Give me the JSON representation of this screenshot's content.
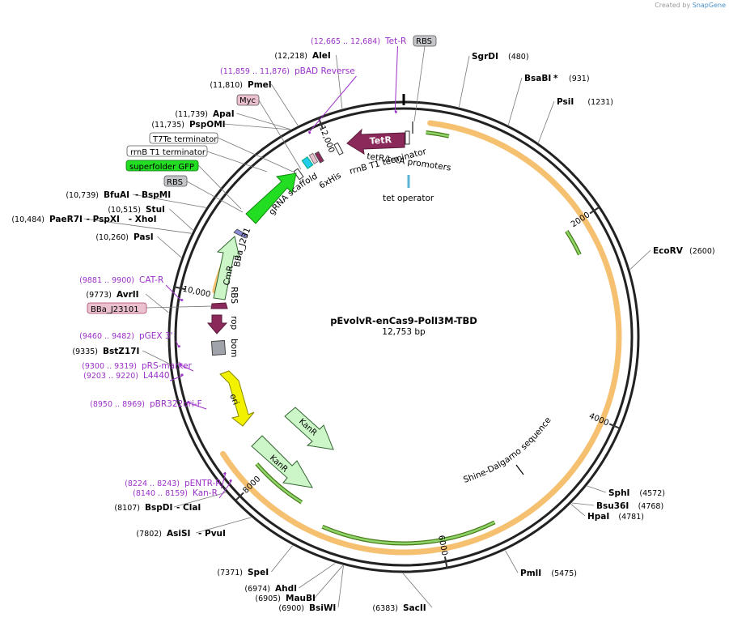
{
  "credit": {
    "prefix": "Created by",
    "brand": "SnapGene"
  },
  "plasmid": {
    "name": "pEvolvR-enCas9-PolI3M-TBD",
    "size": "12,753 bp",
    "length": 12753
  },
  "colors": {
    "backbone": "#222222",
    "site_label": "#000000",
    "primer_label": "#9b30c8",
    "tick": "#333333",
    "orange_band": "#f5c070",
    "dark_arrow": "#4a7a1a",
    "light_arrow": "#8fd66a",
    "tetR": "#8b2a5a",
    "kanR": "#ccf5c8",
    "cmR": "#ccf5c8",
    "gfp": "#22dd22",
    "ori": "#f2f200",
    "rop": "#8b2a5a",
    "bom": "#a0a4aa"
  },
  "ruler": {
    "ticks": [
      {
        "bp": 2000,
        "text": "2000"
      },
      {
        "bp": 4000,
        "text": "4000"
      },
      {
        "bp": 6000,
        "text": "6000"
      },
      {
        "bp": 8000,
        "text": "8000"
      },
      {
        "bp": 10000,
        "text": "10,000"
      },
      {
        "bp": 12000,
        "text": "12,000"
      }
    ]
  },
  "sites": [
    {
      "name": "SgrDI",
      "pos": "(480)",
      "bp": 480
    },
    {
      "name": "BsaBI",
      "mark": "*",
      "pos": "(931)",
      "bp": 931
    },
    {
      "name": "PsiI",
      "pos": "(1231)",
      "bp": 1231
    },
    {
      "name": "EcoRV",
      "pos": "(2600)",
      "bp": 2600
    },
    {
      "name": "SphI",
      "pos": "(4572)",
      "bp": 4572
    },
    {
      "name": "Bsu36I",
      "pos": "(4768)",
      "bp": 4768
    },
    {
      "name": "HpaI",
      "pos": "(4781)",
      "bp": 4781
    },
    {
      "name": "PmlI",
      "pos": "(5475)",
      "bp": 5475
    },
    {
      "name": "SacII",
      "pos": "(6383)",
      "bp": 6383
    },
    {
      "name": "BsiWI",
      "pos": "(6900)",
      "bp": 6900
    },
    {
      "name": "MauBI",
      "pos": "(6905)",
      "bp": 6905
    },
    {
      "name": "AhdI",
      "pos": "(6974)",
      "bp": 6974
    },
    {
      "name": "SpeI",
      "pos": "(7371)",
      "bp": 7371
    },
    {
      "name": "AsiSI",
      "extra": "PvuI",
      "pos": "(7802)",
      "bp": 7802
    },
    {
      "name": "BspDI",
      "extra": "ClaI",
      "pos": "(8107)",
      "bp": 8107
    },
    {
      "name": "BstZ17I",
      "pos": "(9335)",
      "bp": 9335
    },
    {
      "name": "AvrII",
      "pos": "(9773)",
      "bp": 9773
    },
    {
      "name": "PasI",
      "pos": "(10,260)",
      "bp": 10260
    },
    {
      "name": "PaeR7I",
      "extra": "PspXI",
      "extra2": "XhoI",
      "pos": "(10,484)",
      "bp": 10484
    },
    {
      "name": "StuI",
      "pos": "(10,515)",
      "bp": 10515
    },
    {
      "name": "BfuAI",
      "extra": "BspMI",
      "pos": "(10,739)",
      "bp": 10739
    },
    {
      "name": "PspOMI",
      "pos": "(11,735)",
      "bp": 11735
    },
    {
      "name": "ApaI",
      "pos": "(11,739)",
      "bp": 11739
    },
    {
      "name": "PmeI",
      "pos": "(11,810)",
      "bp": 11810
    },
    {
      "name": "AleI",
      "pos": "(12,218)",
      "bp": 12218
    }
  ],
  "primers": [
    {
      "name": "Tet-R",
      "range": "(12,665 .. 12,684)",
      "bp": 12674
    },
    {
      "name": "pBAD Reverse",
      "range": "(11,859 .. 11,876)",
      "bp": 11867
    },
    {
      "name": "CAT-R",
      "range": "(9881 .. 9900)",
      "bp": 9890
    },
    {
      "name": "pGEX 3'",
      "range": "(9460 .. 9482)",
      "bp": 9471
    },
    {
      "name": "pRS-marker",
      "range": "(9300 .. 9319)",
      "bp": 9310
    },
    {
      "name": "L4440",
      "range": "(9203 .. 9220)",
      "bp": 9212
    },
    {
      "name": "pBR322ori-F",
      "range": "(8950 .. 8969)",
      "bp": 8960
    },
    {
      "name": "pENTR-R",
      "range": "(8224 .. 8243)",
      "bp": 8234
    },
    {
      "name": "Kan-R",
      "range": "(8140 .. 8159)",
      "bp": 8150
    }
  ],
  "feature_boxes": [
    {
      "text": "RBS",
      "fill": "#c4c6ca",
      "stroke": "#555555",
      "text_color": "#000000"
    },
    {
      "text": "Myc",
      "fill": "#ebc0cf",
      "stroke": "#555555",
      "text_color": "#000000"
    },
    {
      "text": "T7Te terminator",
      "fill": "#ffffff",
      "stroke": "#555555",
      "text_color": "#000000"
    },
    {
      "text": "rrnB T1 terminator",
      "fill": "#ffffff",
      "stroke": "#555555",
      "text_color": "#000000"
    },
    {
      "text": "superfolder GFP",
      "fill": "#22dd22",
      "stroke": "#117711",
      "text_color": "#000000"
    },
    {
      "text": "RBS",
      "fill": "#c4c6ca",
      "stroke": "#555555",
      "text_color": "#000000"
    },
    {
      "text": "BBa_J23101",
      "fill": "#ebc0cf",
      "stroke": "#aa4466",
      "text_color": "#000000"
    }
  ],
  "feature_labels": [
    {
      "text": "TetR"
    },
    {
      "text": "tetR/tetA promoters"
    },
    {
      "text": "rrnB T1 terminator"
    },
    {
      "text": "6xHis"
    },
    {
      "text": "gRNA scaffold"
    },
    {
      "text": "tet operator"
    },
    {
      "text": "BBa_J23115"
    },
    {
      "text": "CmR"
    },
    {
      "text": "RBS"
    },
    {
      "text": "rop"
    },
    {
      "text": "bom"
    },
    {
      "text": "ori"
    },
    {
      "text": "KanR"
    },
    {
      "text": "KanR"
    },
    {
      "text": "Shine-Dalgarno sequence"
    }
  ]
}
